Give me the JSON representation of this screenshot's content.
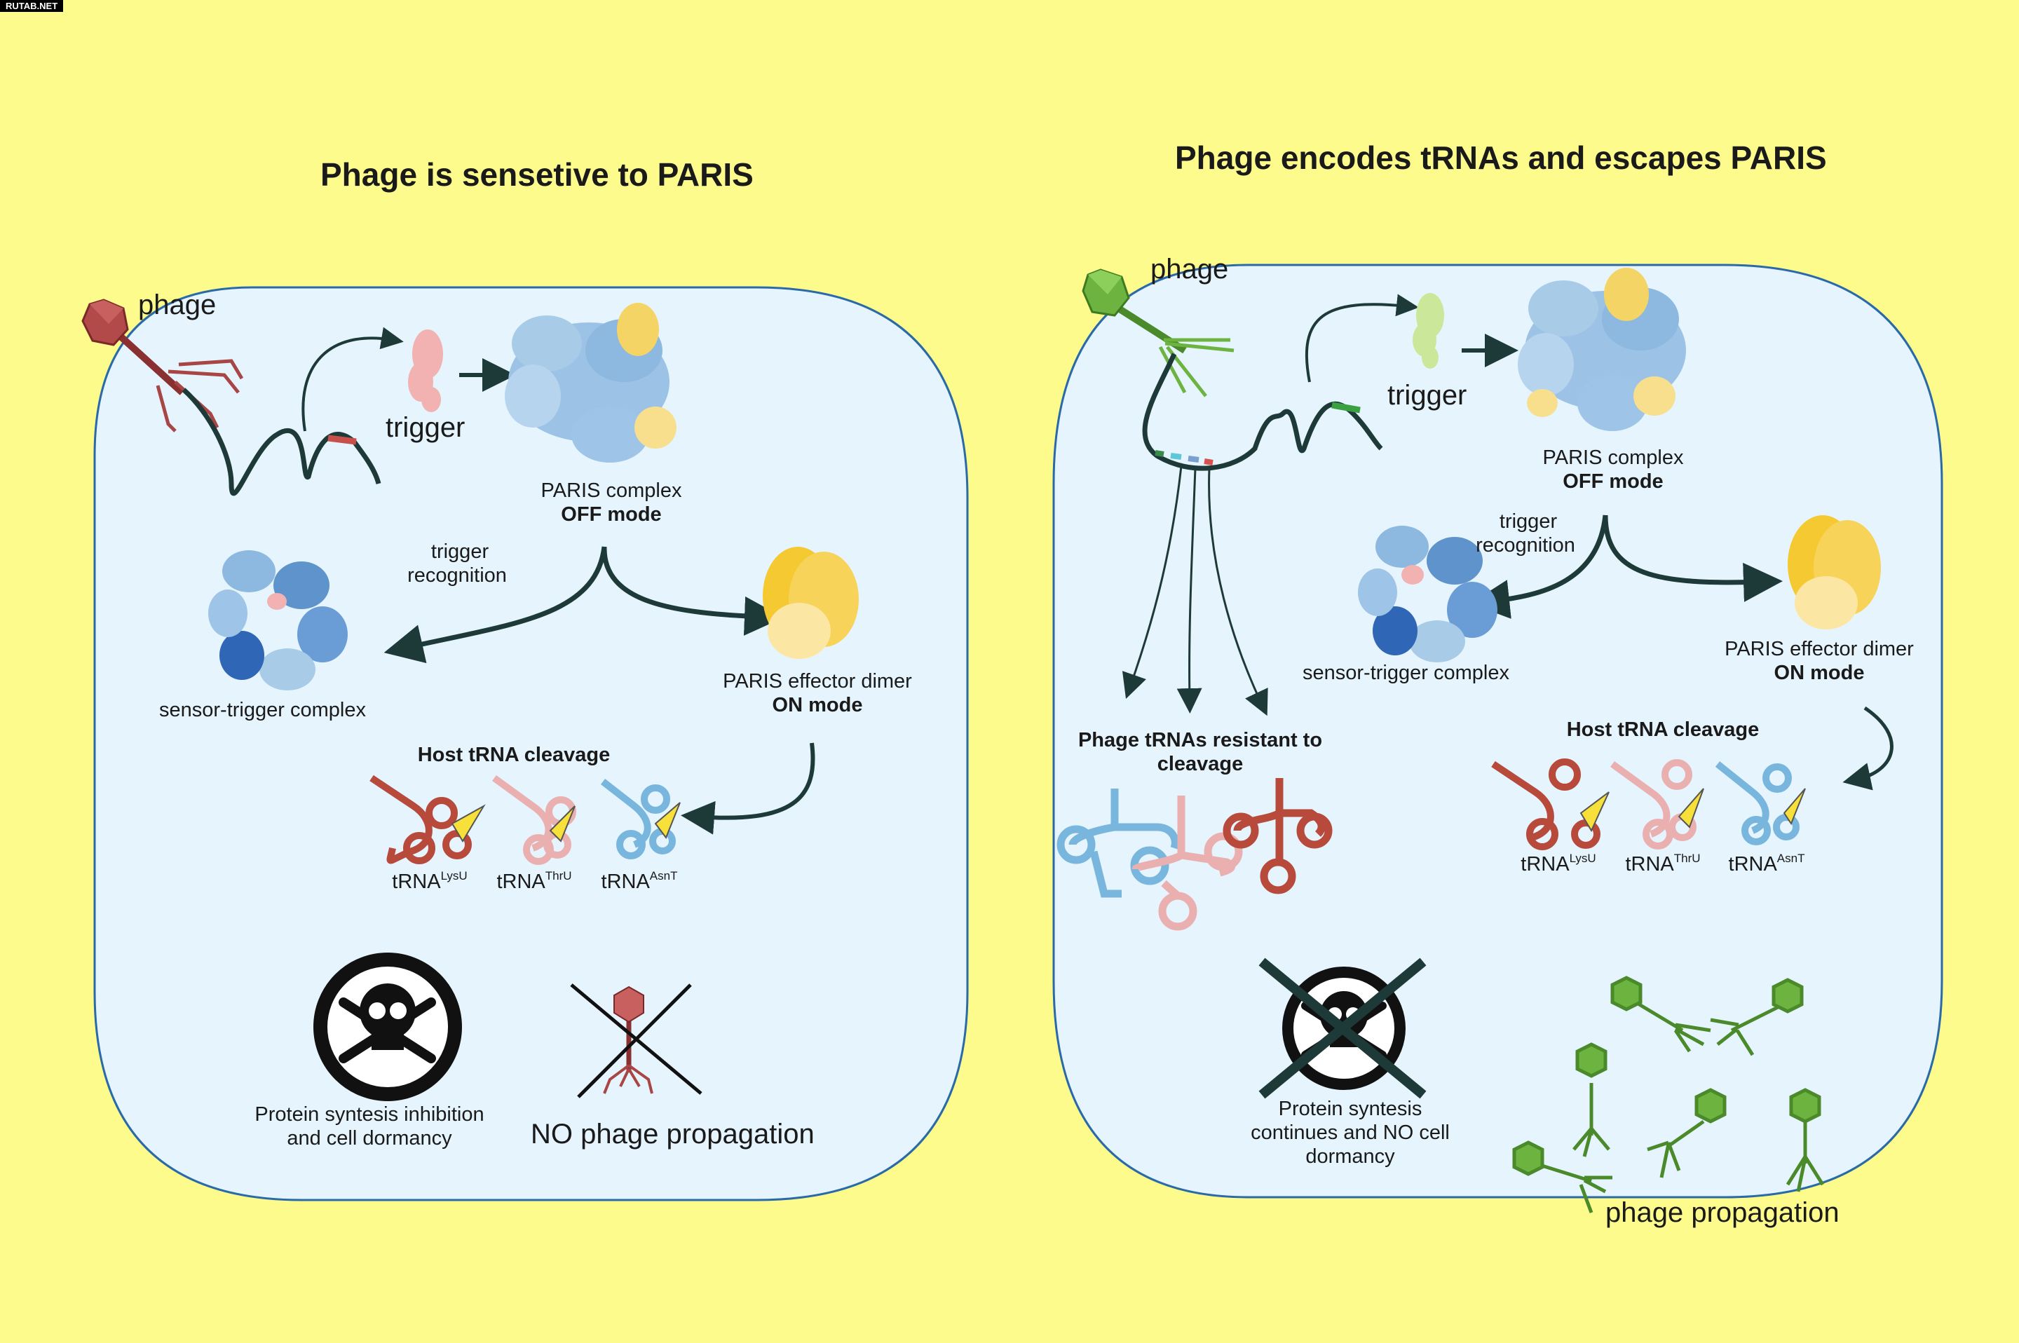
{
  "watermark": "RUTAB.NET",
  "left_panel": {
    "title": "Phage is sensetive to PARIS",
    "phage_label": "phage",
    "trigger_label": "trigger",
    "complex_label": "PARIS  complex",
    "complex_mode": "OFF mode",
    "recognition_label_1": "trigger",
    "recognition_label_2": "recognition",
    "sensor_label": "sensor-trigger complex",
    "effector_label": "PARIS effector dimer",
    "effector_mode": "ON mode",
    "cleavage_label": "Host tRNA cleavage",
    "trnas": [
      {
        "base": "tRNA",
        "sup": "LysU"
      },
      {
        "base": "tRNA",
        "sup": "ThrU"
      },
      {
        "base": "tRNA",
        "sup": "AsnT"
      }
    ],
    "outcome_1_line_1": "Protein syntesis inhibition",
    "outcome_1_line_2": "and cell dormancy",
    "outcome_2": "NO phage propagation"
  },
  "right_panel": {
    "title": "Phage encodes tRNAs and escapes PARIS",
    "phage_label": "phage",
    "trigger_label": "trigger",
    "complex_label": "PARIS  complex",
    "complex_mode": "OFF mode",
    "recognition_label_1": "trigger",
    "recognition_label_2": "recognition",
    "sensor_label": "sensor-trigger complex",
    "effector_label": "PARIS effector dimer",
    "effector_mode": "ON mode",
    "phage_trna_label_1": "Phage tRNAs resistant to",
    "phage_trna_label_2": "cleavage",
    "cleavage_label": "Host tRNA cleavage",
    "trnas": [
      {
        "base": "tRNA",
        "sup": "LysU"
      },
      {
        "base": "tRNA",
        "sup": "ThrU"
      },
      {
        "base": "tRNA",
        "sup": "AsnT"
      }
    ],
    "outcome_1_line_1": "Protein syntesis",
    "outcome_1_line_2": "continues and NO cell",
    "outcome_1_line_3": "dormancy",
    "outcome_2": "phage propagation"
  },
  "colors": {
    "background": "#fdfb8c",
    "cell_fill": "#e6f4fd",
    "cell_stroke": "#2a6aa8",
    "arrow": "#1d3a38",
    "left_phage": "#b24a4a",
    "right_phage": "#6db33f",
    "complex_blue": "#9cc3e6",
    "effector_yellow": "#f7d35a",
    "trna_red": "#b84a3c",
    "trna_pink": "#eab0b0",
    "trna_blue": "#78b6dd"
  }
}
